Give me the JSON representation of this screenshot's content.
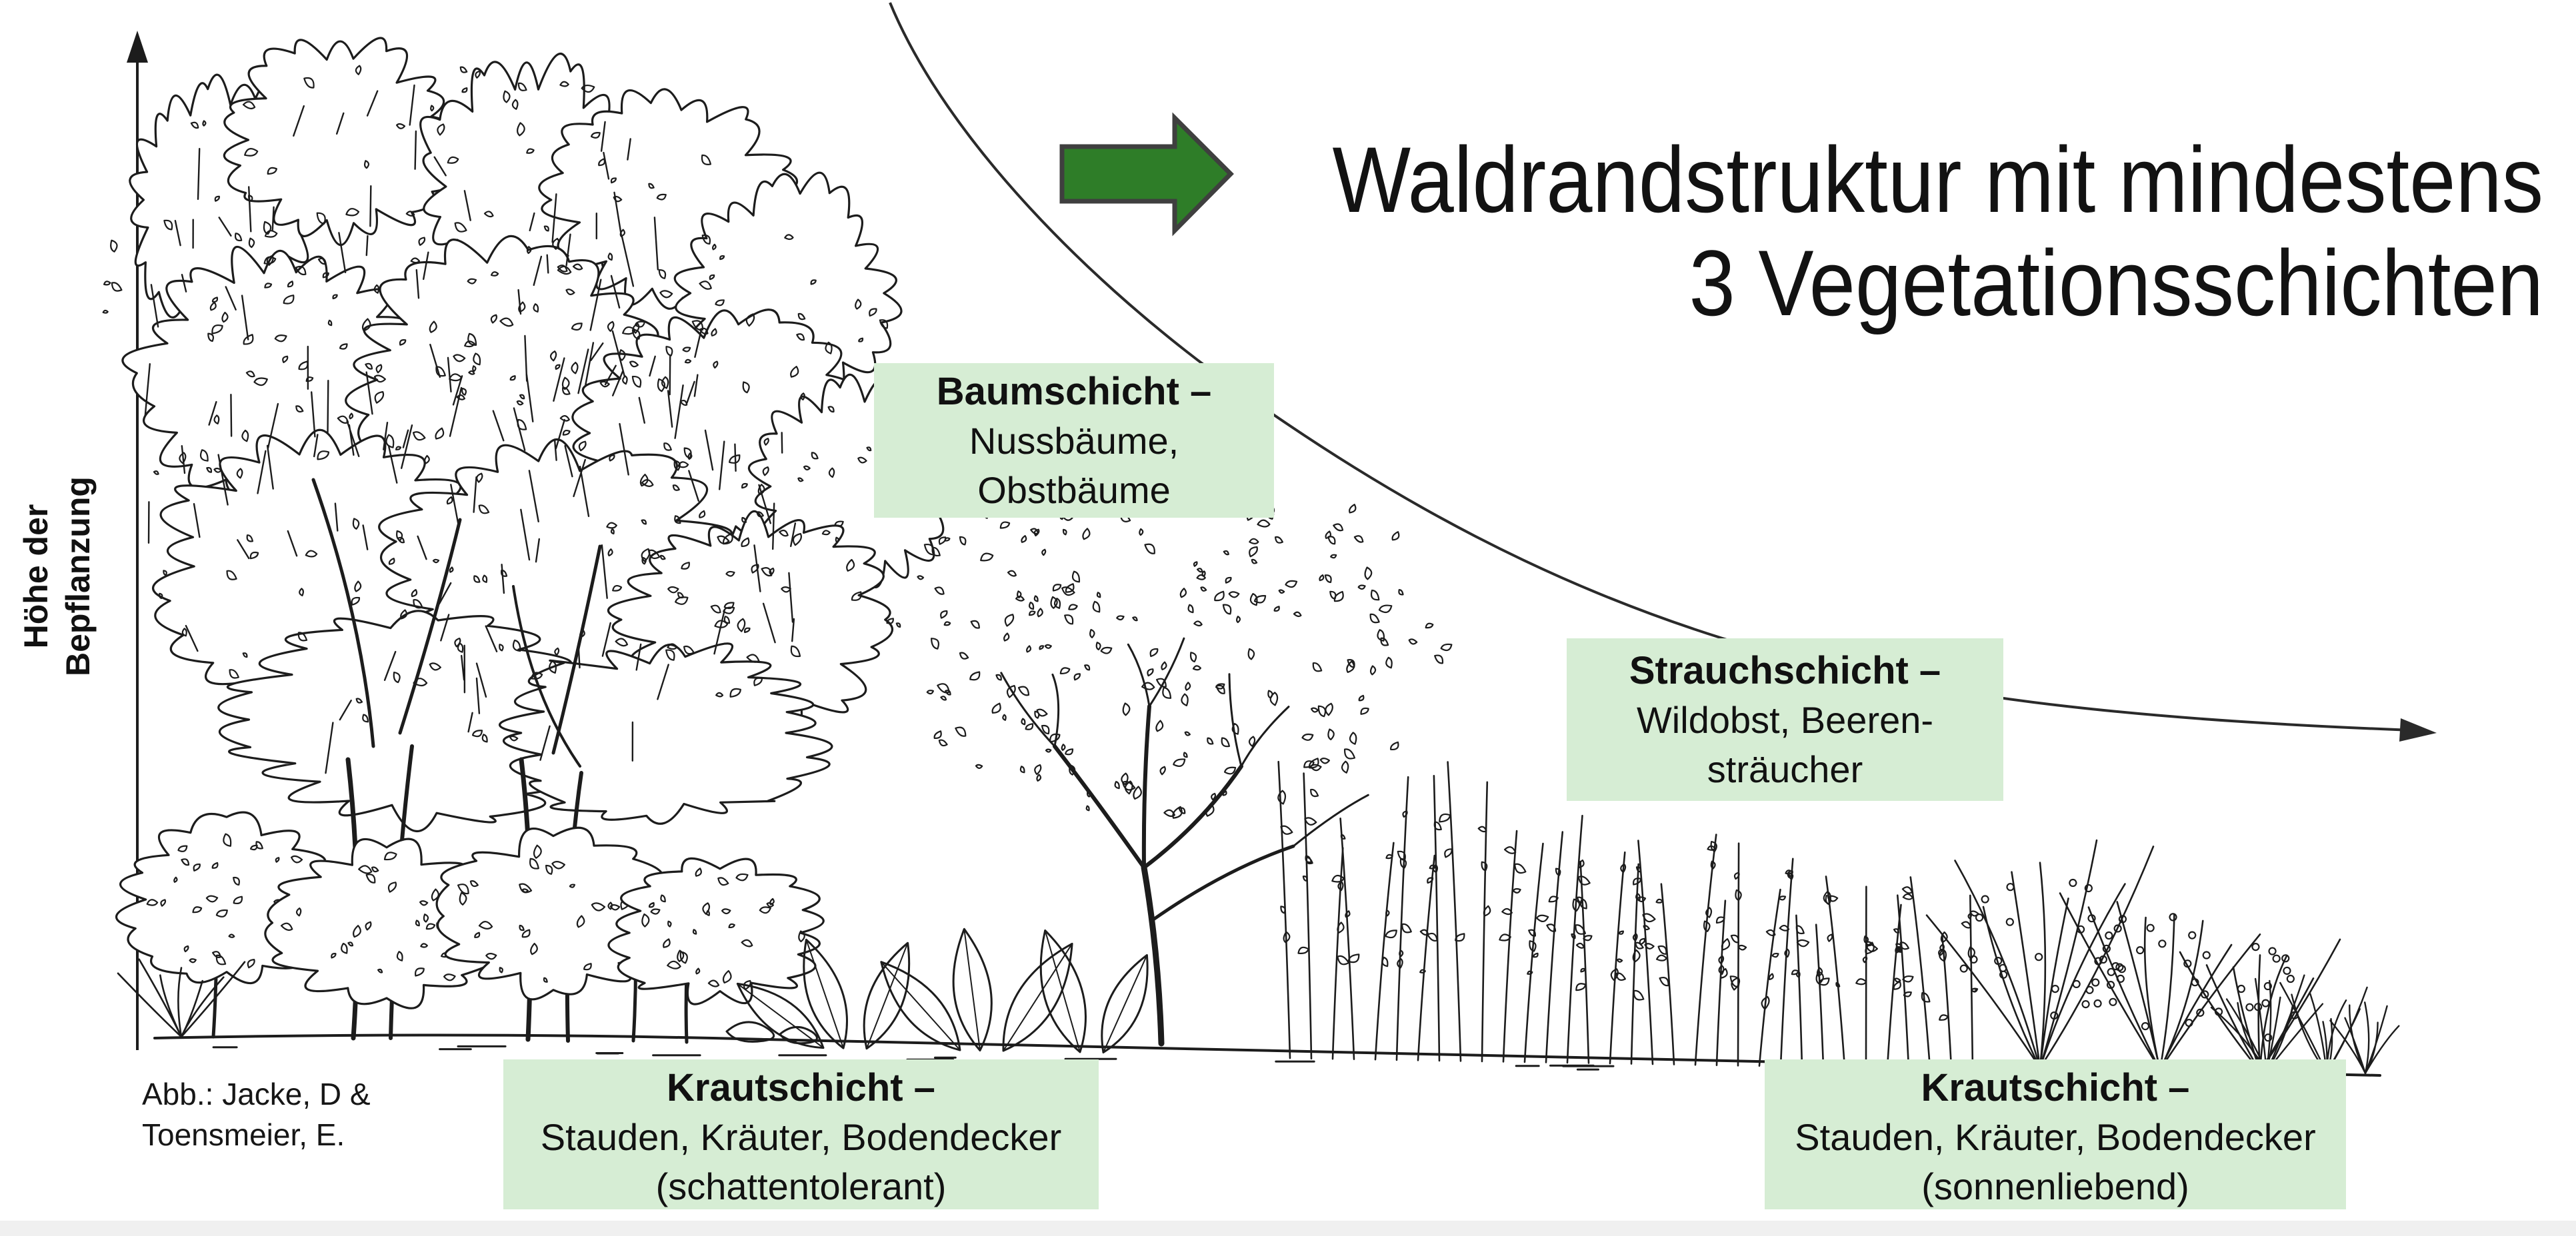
{
  "title": {
    "line1": "Waldrandstruktur mit mindestens",
    "line2": "3 Vegetationsschichten"
  },
  "axis": {
    "label_line1": "Höhe der",
    "label_line2": "Bepflanzung"
  },
  "boxes": {
    "baumschicht": {
      "title": "Baumschicht –",
      "line1": "Nussbäume,",
      "line2": "Obstbäume"
    },
    "strauchschicht": {
      "title": "Strauchschicht –",
      "line1": "Wildobst, Beeren-",
      "line2": "sträucher"
    },
    "krautschicht_shade": {
      "title": "Krautschicht –",
      "line1": "Stauden, Kräuter, Bodendecker",
      "line2": "(schattentolerant)"
    },
    "krautschicht_sun": {
      "title": "Krautschicht –",
      "line1": "Stauden, Kräuter, Bodendecker",
      "line2": "(sonnenliebend)"
    }
  },
  "attribution": {
    "line1": "Abb.: Jacke, D &",
    "line2": "Toensmeier, E."
  },
  "icons": {
    "forward_arrow": "green-block-arrow-right",
    "curve": "descending-height-curve",
    "axis_arrow": "up-arrow"
  },
  "colors": {
    "box_green": "#d6edd4",
    "arrow_green": "#2e7d28",
    "arrow_outline": "#3f3f3f",
    "ink": "#1c1c1c",
    "curve": "#2a2a2a",
    "footer_strip": "#f0f0f0"
  }
}
